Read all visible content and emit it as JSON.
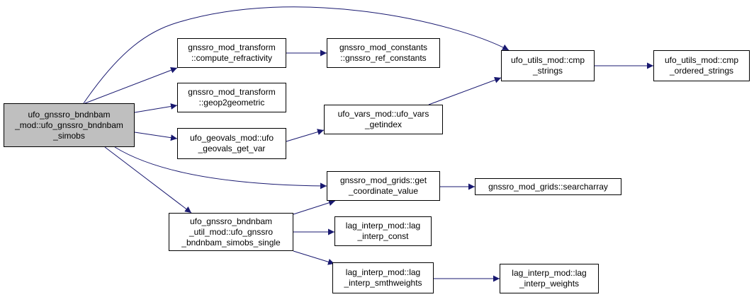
{
  "colors": {
    "edge": "#191970",
    "node_border": "#000000",
    "root_fill": "#bfbfbf",
    "node_fill": "#ffffff"
  },
  "nodes": [
    {
      "id": "root",
      "label": "ufo_gnssro_bndnbam\n_mod::ufo_gnssro_bndnbam\n_simobs"
    },
    {
      "id": "compute_refractivity",
      "label": "gnssro_mod_transform\n::compute_refractivity"
    },
    {
      "id": "geop2geometric",
      "label": "gnssro_mod_transform\n::geop2geometric"
    },
    {
      "id": "geovals_get_var",
      "label": "ufo_geovals_mod::ufo\n_geovals_get_var"
    },
    {
      "id": "simobs_single",
      "label": "ufo_gnssro_bndnbam\n_util_mod::ufo_gnssro\n_bndnbam_simobs_single"
    },
    {
      "id": "ref_constants",
      "label": "gnssro_mod_constants\n::gnssro_ref_constants"
    },
    {
      "id": "vars_getindex",
      "label": "ufo_vars_mod::ufo_vars\n_getindex"
    },
    {
      "id": "get_coordinate_value",
      "label": "gnssro_mod_grids::get\n_coordinate_value"
    },
    {
      "id": "interp_const",
      "label": "lag_interp_mod::lag\n_interp_const"
    },
    {
      "id": "smthweights",
      "label": "lag_interp_mod::lag\n_interp_smthweights"
    },
    {
      "id": "cmp_strings",
      "label": "ufo_utils_mod::cmp\n_strings"
    },
    {
      "id": "searcharray",
      "label": "gnssro_mod_grids::searcharray"
    },
    {
      "id": "interp_weights",
      "label": "lag_interp_mod::lag\n_interp_weights"
    },
    {
      "id": "cmp_ordered_strings",
      "label": "ufo_utils_mod::cmp\n_ordered_strings"
    }
  ],
  "edges": [
    {
      "from": "root",
      "to": "compute_refractivity"
    },
    {
      "from": "root",
      "to": "geop2geometric"
    },
    {
      "from": "root",
      "to": "geovals_get_var"
    },
    {
      "from": "root",
      "to": "simobs_single"
    },
    {
      "from": "root",
      "to": "cmp_strings"
    },
    {
      "from": "root",
      "to": "get_coordinate_value"
    },
    {
      "from": "compute_refractivity",
      "to": "ref_constants"
    },
    {
      "from": "geovals_get_var",
      "to": "vars_getindex"
    },
    {
      "from": "vars_getindex",
      "to": "cmp_strings"
    },
    {
      "from": "cmp_strings",
      "to": "cmp_ordered_strings"
    },
    {
      "from": "simobs_single",
      "to": "get_coordinate_value"
    },
    {
      "from": "simobs_single",
      "to": "interp_const"
    },
    {
      "from": "simobs_single",
      "to": "smthweights"
    },
    {
      "from": "get_coordinate_value",
      "to": "searcharray"
    },
    {
      "from": "smthweights",
      "to": "interp_weights"
    }
  ]
}
